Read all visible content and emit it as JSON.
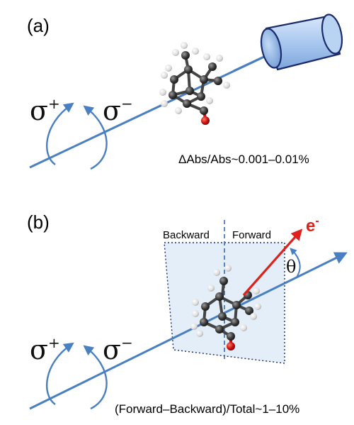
{
  "panel_a": {
    "label": "(a)",
    "sigma_plus": "σ",
    "sigma_plus_sup": "+",
    "sigma_minus": "σ",
    "sigma_minus_sup": "−",
    "ratio_text": "ΔAbs/Abs~0.001–0.01%"
  },
  "panel_b": {
    "label": "(b)",
    "sigma_plus": "σ",
    "sigma_plus_sup": "+",
    "sigma_minus": "σ",
    "sigma_minus_sup": "−",
    "backward_label": "Backward",
    "forward_label": "Forward",
    "electron_label": "e",
    "electron_sup": "-",
    "angle_label": "θ",
    "ratio_text": "(Forward–Backward)/Total~1–10%"
  },
  "colors": {
    "beam": "#4a7fc1",
    "detector_fill": "#a9c8ef",
    "detector_stroke": "#1a2a6a",
    "plane_fill": "#e3eef9",
    "plane_stroke": "#1a2a6a",
    "electron_arrow": "#e0201a",
    "atom_carbon": "#3a3a3a",
    "atom_hydrogen": "#eeeeee",
    "atom_oxygen": "#cc1111"
  }
}
